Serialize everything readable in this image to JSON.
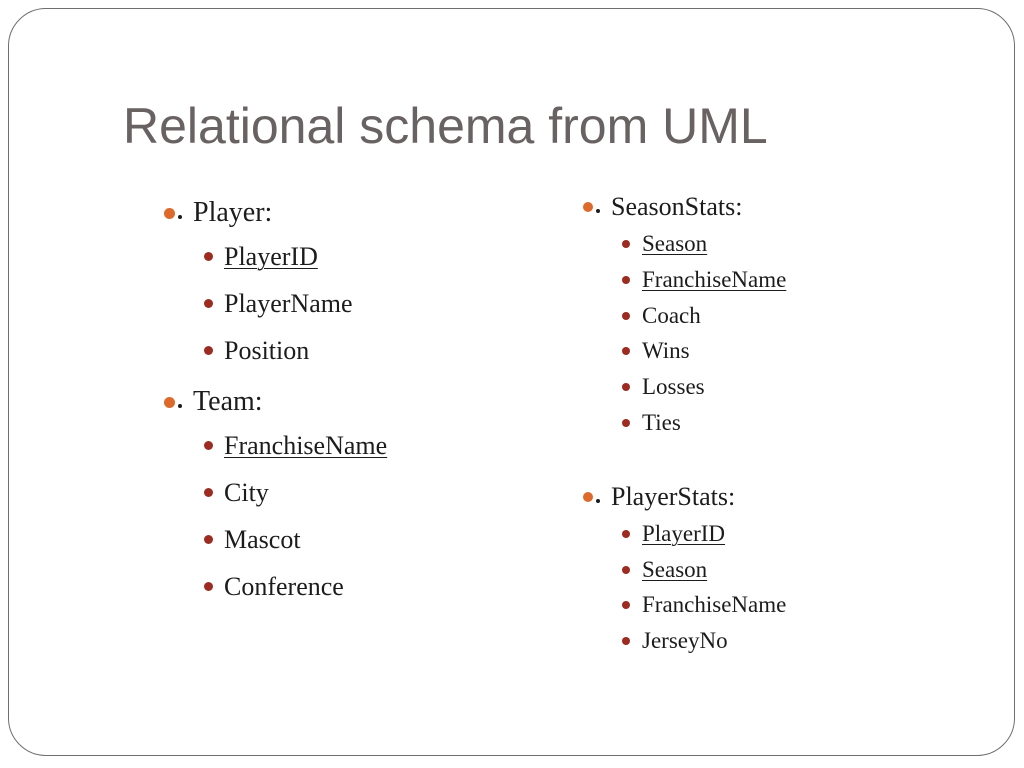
{
  "slide": {
    "title": "Relational schema from UML",
    "left_column": [
      {
        "label": "Player:",
        "attributes": [
          {
            "name": "PlayerID",
            "key": true
          },
          {
            "name": "PlayerName",
            "key": false
          },
          {
            "name": "Position",
            "key": false
          }
        ]
      },
      {
        "label": "Team:",
        "attributes": [
          {
            "name": "FranchiseName",
            "key": true
          },
          {
            "name": "City",
            "key": false
          },
          {
            "name": "Mascot",
            "key": false
          },
          {
            "name": "Conference",
            "key": false
          }
        ]
      }
    ],
    "right_column": [
      {
        "label": "SeasonStats:",
        "attributes": [
          {
            "name": "Season",
            "key": true
          },
          {
            "name": "FranchiseName",
            "key": true
          },
          {
            "name": "Coach",
            "key": false
          },
          {
            "name": "Wins",
            "key": false
          },
          {
            "name": "Losses",
            "key": false
          },
          {
            "name": "Ties",
            "key": false
          }
        ]
      },
      {
        "label": "PlayerStats:",
        "attributes": [
          {
            "name": "PlayerID",
            "key": true
          },
          {
            "name": "Season",
            "key": true
          },
          {
            "name": "FranchiseName",
            "key": false
          },
          {
            "name": "JerseyNo",
            "key": false
          }
        ]
      }
    ]
  },
  "colors": {
    "title": "#686262",
    "text": "#1c1c1c",
    "level1_bullet": "#dd6a2b",
    "level2_bullet": "#9c2b21",
    "border": "#6e6e6e"
  }
}
